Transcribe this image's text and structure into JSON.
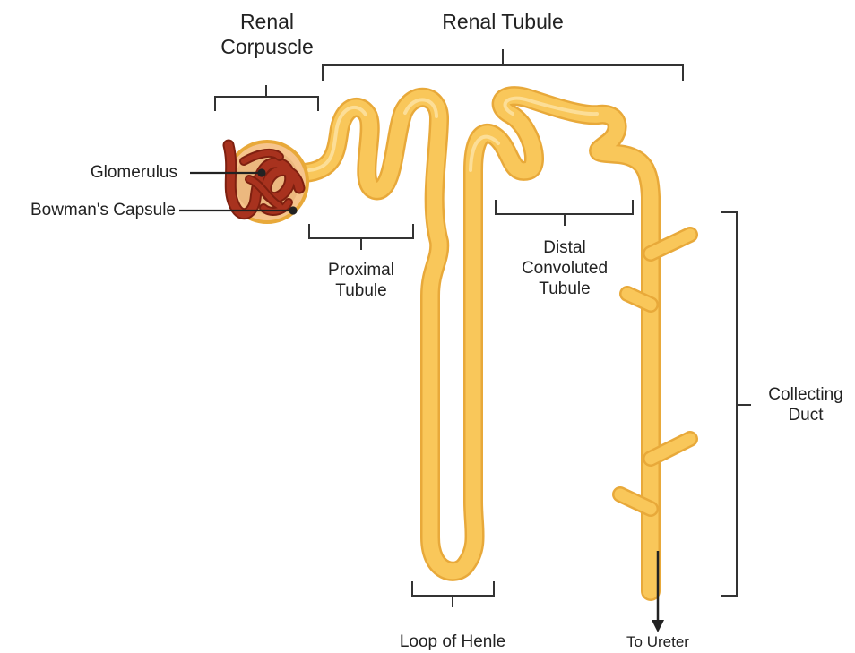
{
  "labels": {
    "renal_corpuscle": [
      "Renal",
      "Corpuscle"
    ],
    "renal_tubule": "Renal Tubule",
    "glomerulus": "Glomerulus",
    "bowmans_capsule": "Bowman's Capsule",
    "proximal_tubule": [
      "Proximal",
      "Tubule"
    ],
    "distal_convoluted_tubule": [
      "Distal",
      "Convoluted",
      "Tubule"
    ],
    "collecting_duct": [
      "Collecting",
      "Duct"
    ],
    "loop_of_henle": "Loop of Henle",
    "to_ureter": "To Ureter"
  },
  "colors": {
    "tubule_fill": "#F9C75A",
    "tubule_outline": "#E8A93A",
    "tubule_highlight": "#FDE3A6",
    "capsule_fill": "#F6C48C",
    "capsule_inner": "#D9A06A",
    "glomerulus": "#A8321E",
    "glomerulus_dark": "#7E2010",
    "line": "#333333"
  }
}
